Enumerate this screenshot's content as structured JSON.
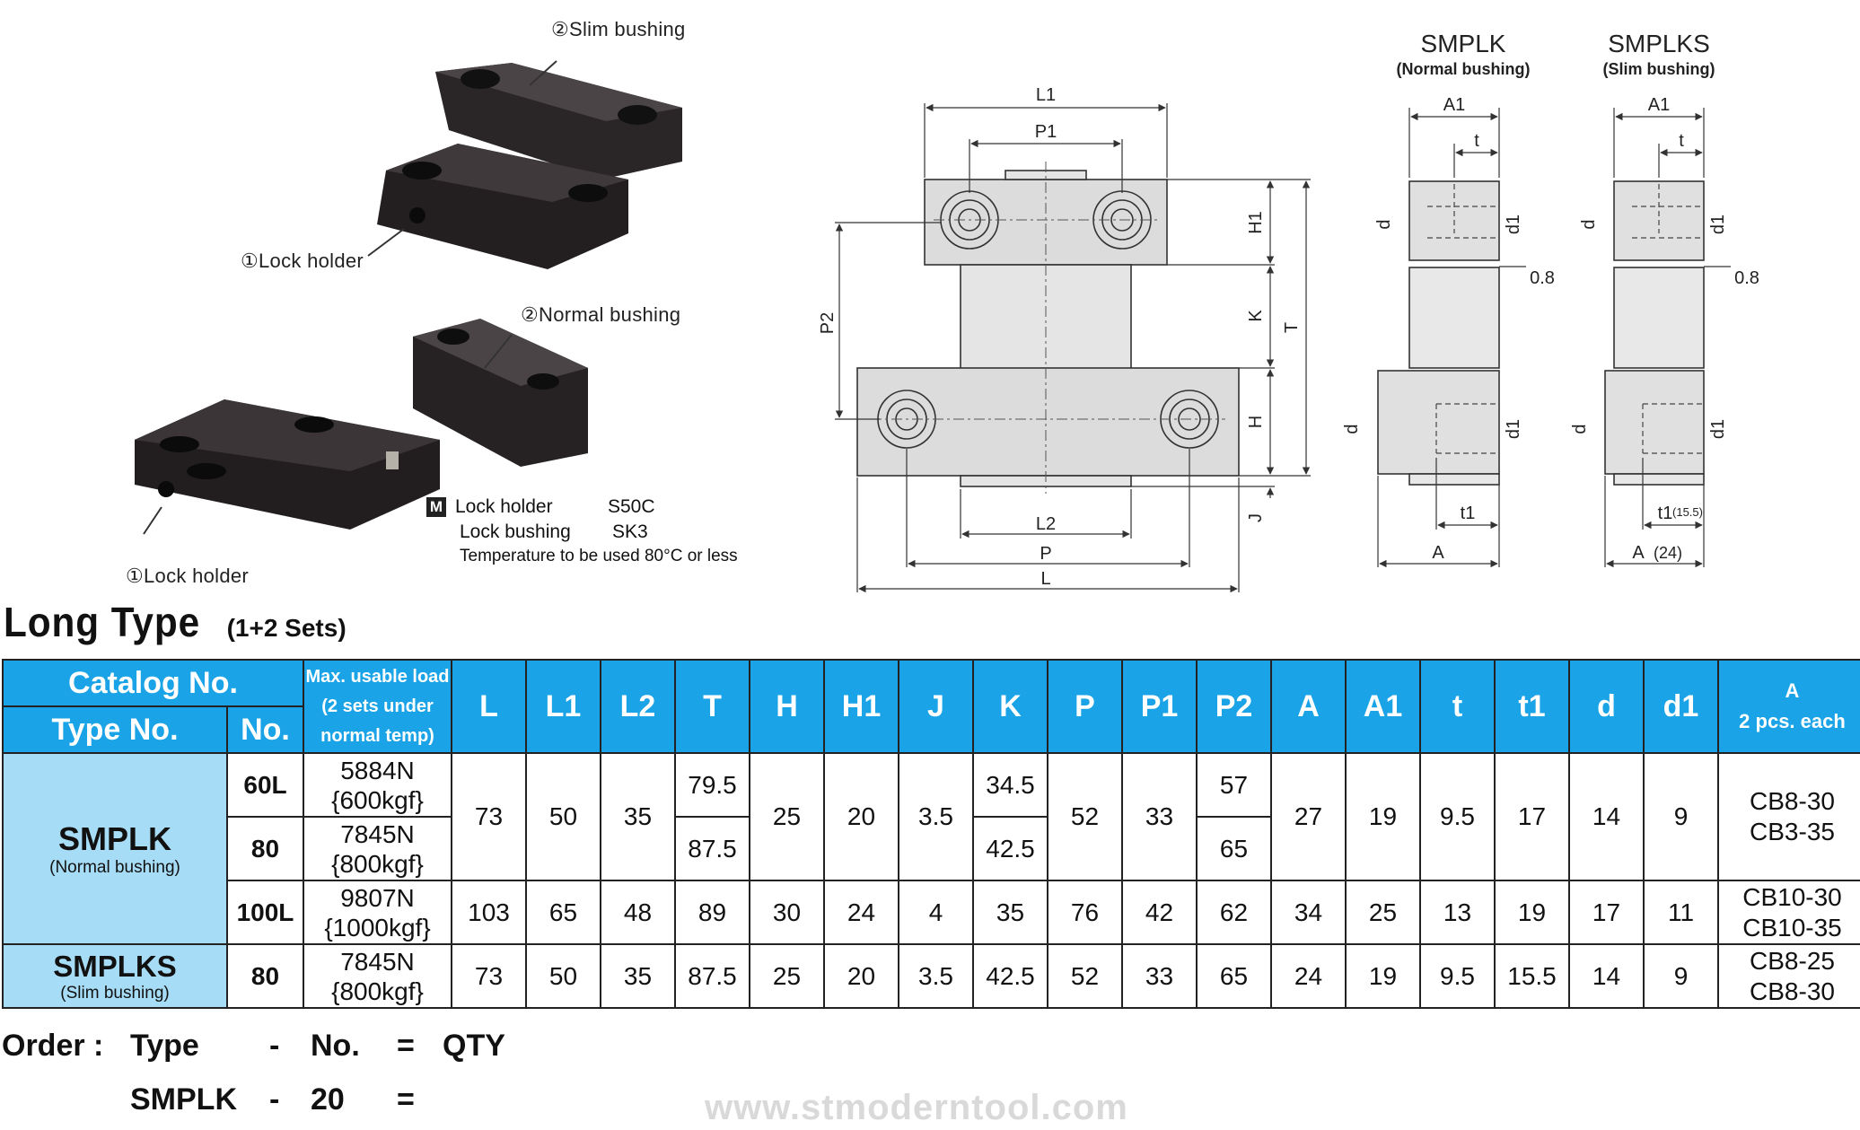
{
  "photos": {
    "top_bushing_label": "②Slim bushing",
    "top_holder_label": "①Lock holder",
    "bottom_bushing_label": "②Normal bushing",
    "bottom_holder_label": "①Lock holder"
  },
  "materials": {
    "badge": "M",
    "rows": [
      {
        "part": "Lock holder",
        "material": "S50C"
      },
      {
        "part": "Lock bushing",
        "material": "SK3"
      }
    ],
    "note": "Temperature to be used 80°C or less"
  },
  "drawing": {
    "dims": {
      "L1": "L1",
      "P1": "P1",
      "P2": "P2",
      "H1": "H1",
      "K": "K",
      "T": "T",
      "H": "H",
      "J": "J",
      "L2": "L2",
      "P": "P",
      "L": "L"
    },
    "normal": {
      "title": "SMPLK",
      "subtitle": "(Normal bushing)",
      "A1": "A1",
      "t": "t",
      "d": "d",
      "d1": "d1",
      "gap": "0.8",
      "t1": "t1",
      "A": "A"
    },
    "slim": {
      "title": "SMPLKS",
      "subtitle": "(Slim bushing)",
      "A1": "A1",
      "t": "t",
      "d": "d",
      "d1": "d1",
      "gap": "0.8",
      "t1": "t1",
      "t1_val": "(15.5)",
      "A": "A",
      "A_val": "(24)"
    }
  },
  "section": {
    "title": "Long Type",
    "subtitle": "(1+2 Sets)"
  },
  "table": {
    "header": {
      "catalog": "Catalog No.",
      "type_no": "Type No.",
      "no": "No.",
      "load": [
        "Max. usable load",
        "(2 sets under",
        "normal temp)"
      ],
      "cols": [
        "L",
        "L1",
        "L2",
        "T",
        "H",
        "H1",
        "J",
        "K",
        "P",
        "P1",
        "P2",
        "A",
        "A1",
        "t",
        "t1",
        "d",
        "d1"
      ],
      "a_label": "A",
      "a_sub": "2 pcs. each"
    },
    "smplk": {
      "name": "SMPLK",
      "sub": "(Normal bushing)"
    },
    "smplks": {
      "name": "SMPLKS",
      "sub": "(Slim bushing)"
    },
    "rows": {
      "r60": {
        "no": "60L",
        "load": "5884N",
        "kgf": "{600kgf}",
        "T": "79.5",
        "K": "34.5",
        "P2": "57"
      },
      "r80": {
        "no": "80",
        "load": "7845N",
        "kgf": "{800kgf}",
        "T": "87.5",
        "K": "42.5",
        "P2": "65"
      },
      "g1": {
        "L": "73",
        "L1": "50",
        "L2": "35",
        "H": "25",
        "H1": "20",
        "J": "3.5",
        "P": "52",
        "P1": "33",
        "A": "27",
        "A1": "19",
        "t": "9.5",
        "t1": "17",
        "d": "14",
        "d1": "9",
        "cb1": "CB8-30",
        "cb2": "CB3-35"
      },
      "r100": {
        "no": "100L",
        "load": "9807N",
        "kgf": "{1000kgf}",
        "L": "103",
        "L1": "65",
        "L2": "48",
        "T": "89",
        "H": "30",
        "H1": "24",
        "J": "4",
        "K": "35",
        "P": "76",
        "P1": "42",
        "P2": "62",
        "A": "34",
        "A1": "25",
        "t": "13",
        "t1": "19",
        "d": "17",
        "d1": "11",
        "cb1": "CB10-30",
        "cb2": "CB10-35"
      },
      "rs80": {
        "no": "80",
        "load": "7845N",
        "kgf": "{800kgf}",
        "L": "73",
        "L1": "50",
        "L2": "35",
        "T": "87.5",
        "H": "25",
        "H1": "20",
        "J": "3.5",
        "K": "42.5",
        "P": "52",
        "P1": "33",
        "P2": "65",
        "A": "24",
        "A1": "19",
        "t": "9.5",
        "t1": "15.5",
        "d": "14",
        "d1": "9",
        "cb1": "CB8-25",
        "cb2": "CB8-30"
      }
    }
  },
  "order": {
    "row1": [
      "Order :",
      "Type",
      "-",
      "No.",
      "=",
      "QTY"
    ],
    "row2": [
      "SMPLK",
      "-",
      "20",
      "="
    ]
  },
  "watermark": "www.stmoderntool.com"
}
